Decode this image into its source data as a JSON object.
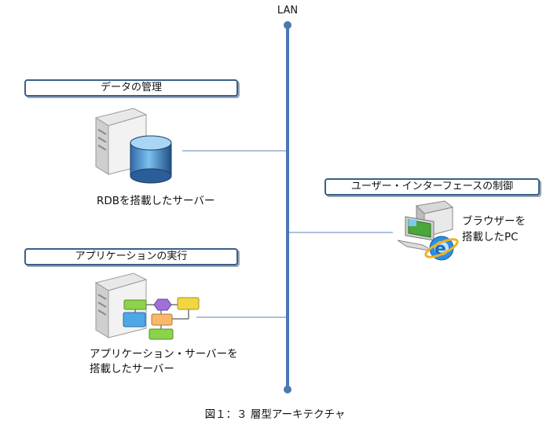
{
  "network": {
    "label": "LAN"
  },
  "boxes": {
    "data_management": "データの管理",
    "app_execution": "アプリケーションの実行",
    "ui_control": "ユーザー・インターフェースの制御"
  },
  "nodes": {
    "db_server": "RDBを搭載したサーバー",
    "app_server_line1": "アプリケーション・サーバーを",
    "app_server_line2": "搭載したサーバー",
    "client_line1": "ブラウザーを",
    "client_line2": "搭載したPC"
  },
  "figure_caption": "図１：３ 層型アーキテクチャ",
  "colors": {
    "lan_line": "#4a78b5",
    "box_border": "#3a5f8a",
    "connector": "#7a9cc6"
  }
}
